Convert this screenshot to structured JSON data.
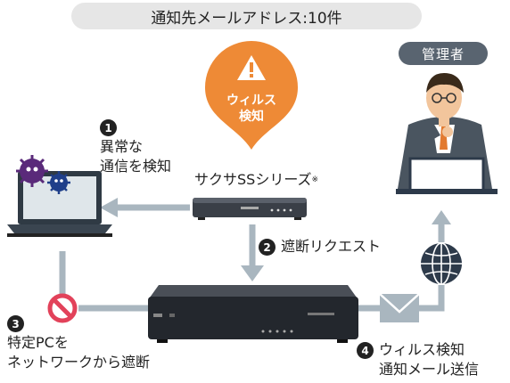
{
  "banner": {
    "text": "通知先メールアドレス:10件"
  },
  "admin": {
    "label": "管理者"
  },
  "virus_alert": {
    "line1": "ウィルス",
    "line2": "検知"
  },
  "appliance": {
    "label": "サクサSSシリーズ",
    "note_mark": "※"
  },
  "steps": [
    {
      "number": "1",
      "lines": [
        "異常な",
        "通信を検知"
      ]
    },
    {
      "number": "2",
      "lines": [
        "遮断リクエスト"
      ]
    },
    {
      "number": "3",
      "lines": [
        "特定PCを",
        "ネットワークから遮断"
      ]
    },
    {
      "number": "4",
      "lines": [
        "ウィルス検知",
        "通知メール送信"
      ]
    }
  ],
  "colors": {
    "accent": "#ee8a36",
    "arrow": "#a9b6bf",
    "block": "#e2425a",
    "badge": "#596470"
  }
}
